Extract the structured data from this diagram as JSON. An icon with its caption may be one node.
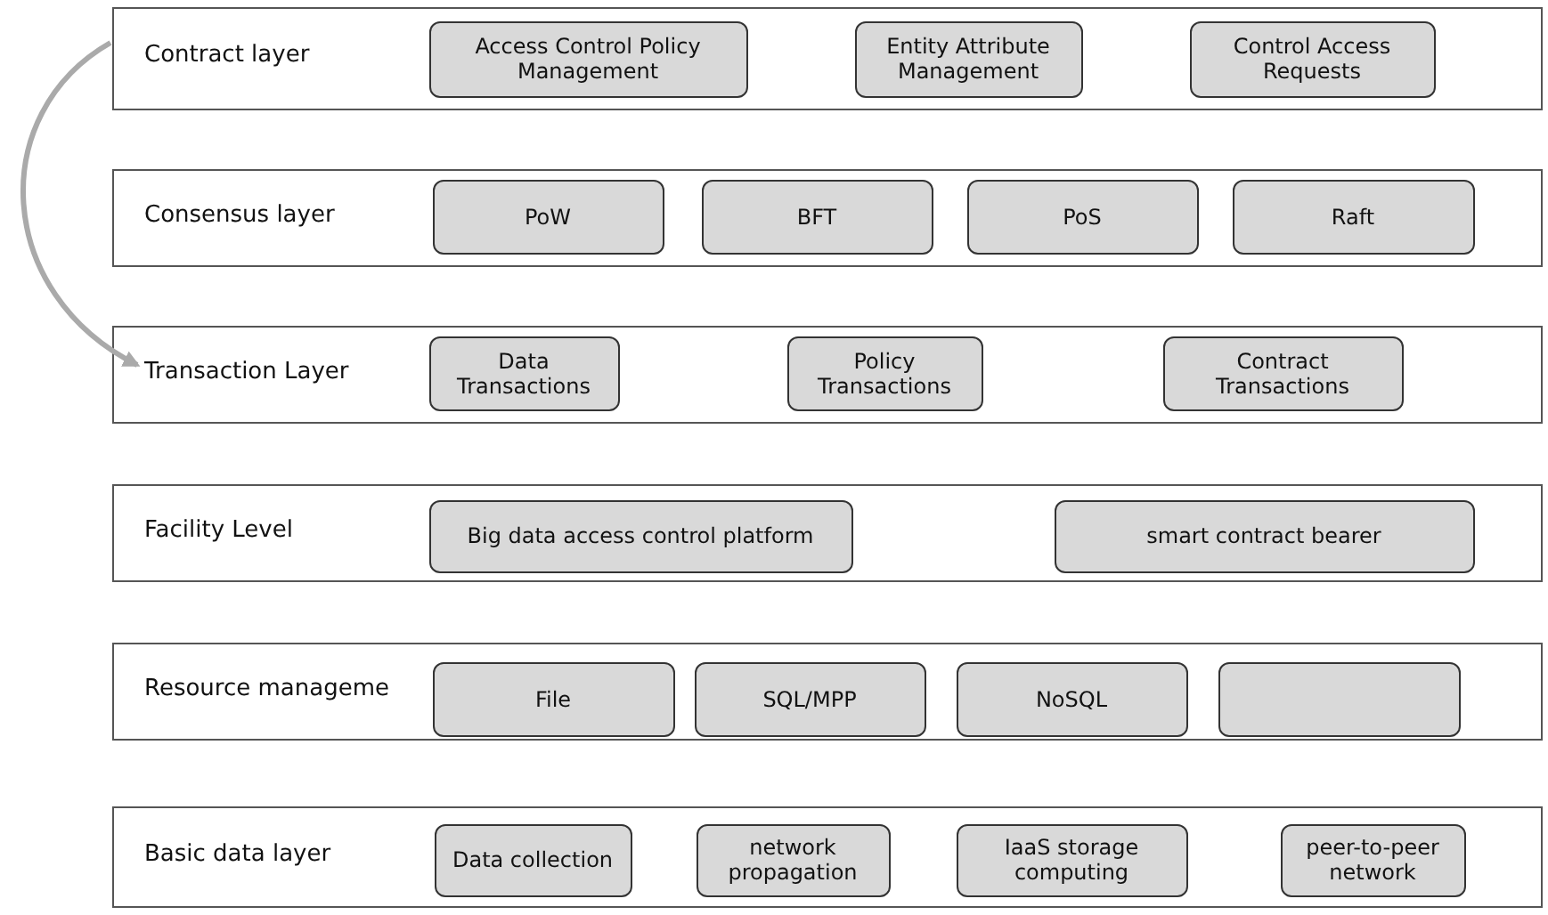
{
  "diagram": {
    "nodes": [
      {
        "text": [
          "Contract layer"
        ]
      },
      {
        "text": [
          "Access Control Policy Management"
        ],
        "in": 0
      },
      {
        "text": [
          "Entity Attribute Management"
        ],
        "in": 0
      },
      {
        "text": [
          "Control Access Requests"
        ],
        "in": 0
      },
      {
        "text": [
          "Consensus layer"
        ]
      },
      {
        "text": [
          "PoW"
        ],
        "in": 4
      },
      {
        "text": [
          "BFT"
        ],
        "in": 4
      },
      {
        "text": [
          "PoS"
        ],
        "in": 4
      },
      {
        "text": [
          "Raft"
        ],
        "in": 4
      },
      {
        "text": [
          "Transaction Layer"
        ]
      },
      {
        "text": [
          "Data Transactions"
        ],
        "in": 9
      },
      {
        "text": [
          "Policy Transactions"
        ],
        "in": 9
      },
      {
        "text": [
          "Contract Transactions"
        ],
        "in": 9
      },
      {
        "text": [
          "Facility Level"
        ]
      },
      {
        "text": [
          "Big data access control platform"
        ],
        "in": 13
      },
      {
        "text": [
          "smart contract bearer"
        ],
        "in": 13
      },
      {
        "text": [
          "Resource manageme"
        ]
      },
      {
        "text": [
          "File"
        ],
        "in": 16
      },
      {
        "text": [
          "SQL/MPP"
        ],
        "in": 16
      },
      {
        "text": [
          "NoSQL"
        ],
        "in": 16
      },
      {
        "text": [],
        "shape": "box",
        "in": 16
      },
      {
        "text": [
          "Basic data layer"
        ]
      },
      {
        "text": [
          "Data collection"
        ],
        "in": 21
      },
      {
        "text": [
          "network propagation"
        ],
        "in": 21
      },
      {
        "text": [
          "IaaS storage computing"
        ],
        "in": 21
      },
      {
        "text": [
          "peer-to-peer network"
        ],
        "in": 21
      }
    ],
    "edges": [
      {
        "from": 0,
        "to": 9,
        "arrow": "to"
      }
    ]
  }
}
